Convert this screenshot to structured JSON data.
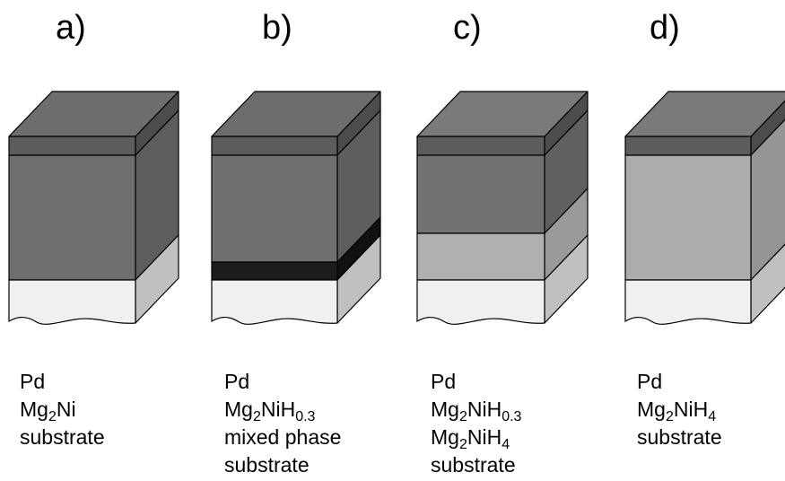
{
  "panels": [
    {
      "label": "a)",
      "caption_lines": [
        [
          {
            "t": "Pd"
          }
        ],
        [
          {
            "t": "Mg"
          },
          {
            "t": "2",
            "sub": true
          },
          {
            "t": "Ni"
          }
        ],
        [
          {
            "t": "substrate"
          }
        ]
      ],
      "layers": [
        {
          "role": "pd",
          "front": "#5c5c5c",
          "side": "#4c4c4c"
        },
        {
          "role": "film",
          "front": "#6e6e6e",
          "side": "#5d5d5d"
        },
        {
          "role": "substrate",
          "front": "#f0f0f0",
          "side": "#c0c0c0"
        }
      ],
      "top_color": "#6d6d6d"
    },
    {
      "label": "b)",
      "caption_lines": [
        [
          {
            "t": "Pd"
          }
        ],
        [
          {
            "t": "Mg"
          },
          {
            "t": "2",
            "sub": true
          },
          {
            "t": "NiH"
          },
          {
            "t": "0.3",
            "sub": true
          }
        ],
        [
          {
            "t": "mixed phase"
          }
        ],
        [
          {
            "t": "substrate"
          }
        ]
      ],
      "layers": [
        {
          "role": "pd",
          "front": "#5c5c5c",
          "side": "#4c4c4c"
        },
        {
          "role": "film",
          "front": "#707070",
          "side": "#5e5e5e"
        },
        {
          "role": "mixed",
          "front": "#1c1c1c",
          "side": "#111111"
        },
        {
          "role": "substrate",
          "front": "#f0f0f0",
          "side": "#c0c0c0"
        }
      ],
      "top_color": "#6d6d6d"
    },
    {
      "label": "c)",
      "caption_lines": [
        [
          {
            "t": "Pd"
          }
        ],
        [
          {
            "t": "Mg"
          },
          {
            "t": "2",
            "sub": true
          },
          {
            "t": "NiH"
          },
          {
            "t": "0.3",
            "sub": true
          }
        ],
        [
          {
            "t": "Mg"
          },
          {
            "t": "2",
            "sub": true
          },
          {
            "t": "NiH"
          },
          {
            "t": "4",
            "sub": true
          }
        ],
        [
          {
            "t": "substrate"
          }
        ]
      ],
      "layers": [
        {
          "role": "pd",
          "front": "#5c5c5c",
          "side": "#4c4c4c"
        },
        {
          "role": "film",
          "front": "#727272",
          "side": "#606060"
        },
        {
          "role": "hydride",
          "front": "#b0b0b0",
          "side": "#9a9a9a"
        },
        {
          "role": "substrate",
          "front": "#f0f0f0",
          "side": "#c0c0c0"
        }
      ],
      "top_color": "#7a7a7a"
    },
    {
      "label": "d)",
      "caption_lines": [
        [
          {
            "t": "Pd"
          }
        ],
        [
          {
            "t": "Mg"
          },
          {
            "t": "2",
            "sub": true
          },
          {
            "t": "NiH"
          },
          {
            "t": "4",
            "sub": true
          }
        ],
        [
          {
            "t": "substrate"
          }
        ]
      ],
      "layers": [
        {
          "role": "pd",
          "front": "#5c5c5c",
          "side": "#4c4c4c"
        },
        {
          "role": "hydride",
          "front": "#acacac",
          "side": "#959595"
        },
        {
          "role": "substrate",
          "front": "#f0f0f0",
          "side": "#c0c0c0"
        }
      ],
      "top_color": "#7a7a7a"
    }
  ],
  "colors": {
    "outline": "#000000",
    "background": "#ffffff"
  }
}
